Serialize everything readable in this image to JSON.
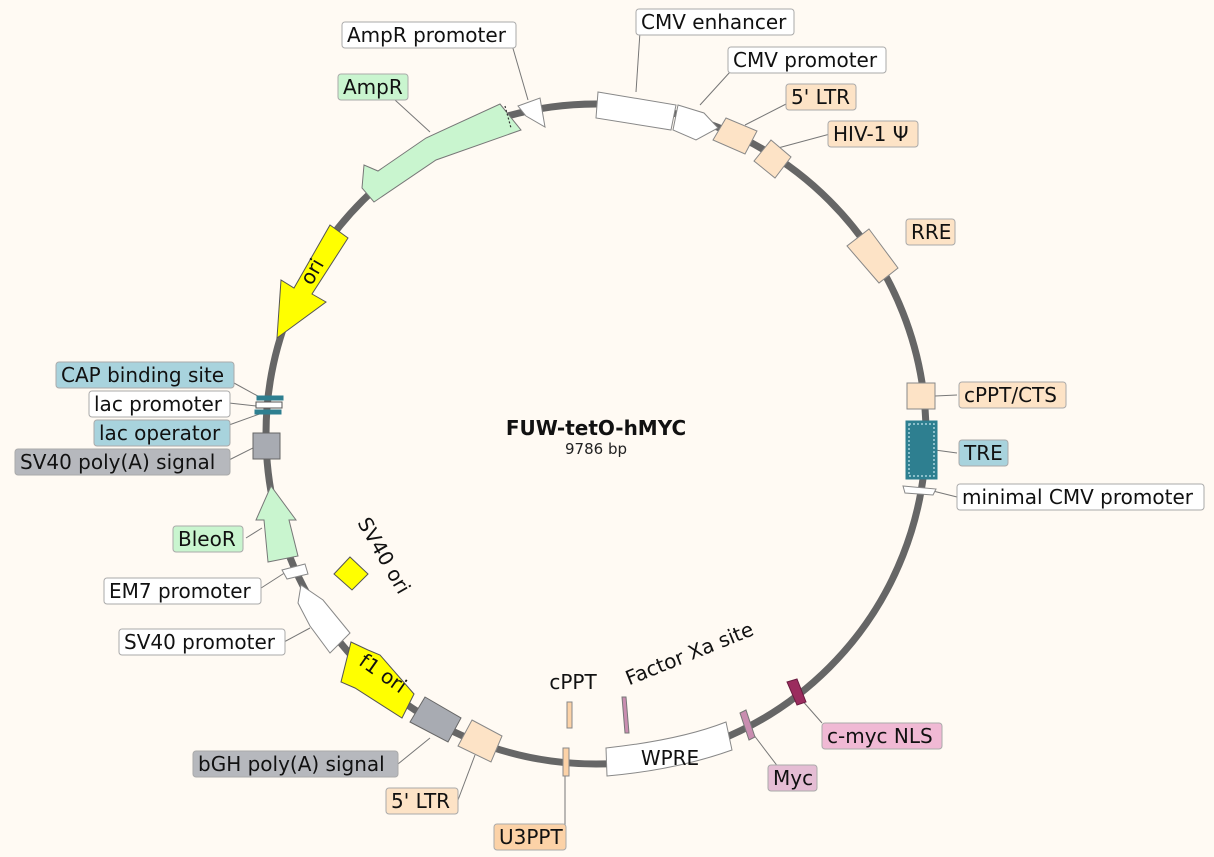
{
  "plasmid": {
    "name": "FUW-tetO-hMYC",
    "size": "9786 bp"
  },
  "colors": {
    "backbone": "#666666",
    "promoter": "#ffffff",
    "ltr_element": "#fde3c6",
    "resistance": "#c9f5cf",
    "origin": "#ffff00",
    "regulatory_blue": "#a8d3dd",
    "polyA": "#a8abb2",
    "tag_pink": "#d9b3c9",
    "nls": "#e3a4c4",
    "label_white": "#ffffff",
    "label_orange": "#fde3c6",
    "label_green": "#c9f5cf",
    "label_blue": "#a8d3dd",
    "label_gray": "#b6b8bd",
    "label_pink": "#e5bdd4",
    "label_pink2": "#f0b9d4",
    "label_orange2": "#fcd2a7"
  },
  "labels": {
    "ampr_promoter": "AmpR promoter",
    "cmv_enhancer": "CMV enhancer",
    "cmv_promoter": "CMV promoter",
    "ltr5_top": "5' LTR",
    "hiv_psi": "HIV-1 Ψ",
    "ampr": "AmpR",
    "rre": "RRE",
    "ori": "ori",
    "cap_binding_site": "CAP binding site",
    "lac_promoter": "lac promoter",
    "lac_operator": "lac operator",
    "sv40_polya": "SV40 poly(A) signal",
    "cppt_cts": "cPPT/CTS",
    "tre": "TRE",
    "minimal_cmv": "minimal CMV promoter",
    "bleor": "BleoR",
    "sv40_ori": "SV40 ori",
    "em7_promoter": "EM7 promoter",
    "sv40_promoter": "SV40 promoter",
    "f1_ori": "f1 ori",
    "cppt": "cPPT",
    "factor_xa": "Factor Xa site",
    "c_myc_nls": "c-myc NLS",
    "wpre": "WPRE",
    "myc": "Myc",
    "bgh_polya": "bGH poly(A) signal",
    "ltr5_bottom": "5' LTR",
    "u3ppt": "U3PPT"
  }
}
